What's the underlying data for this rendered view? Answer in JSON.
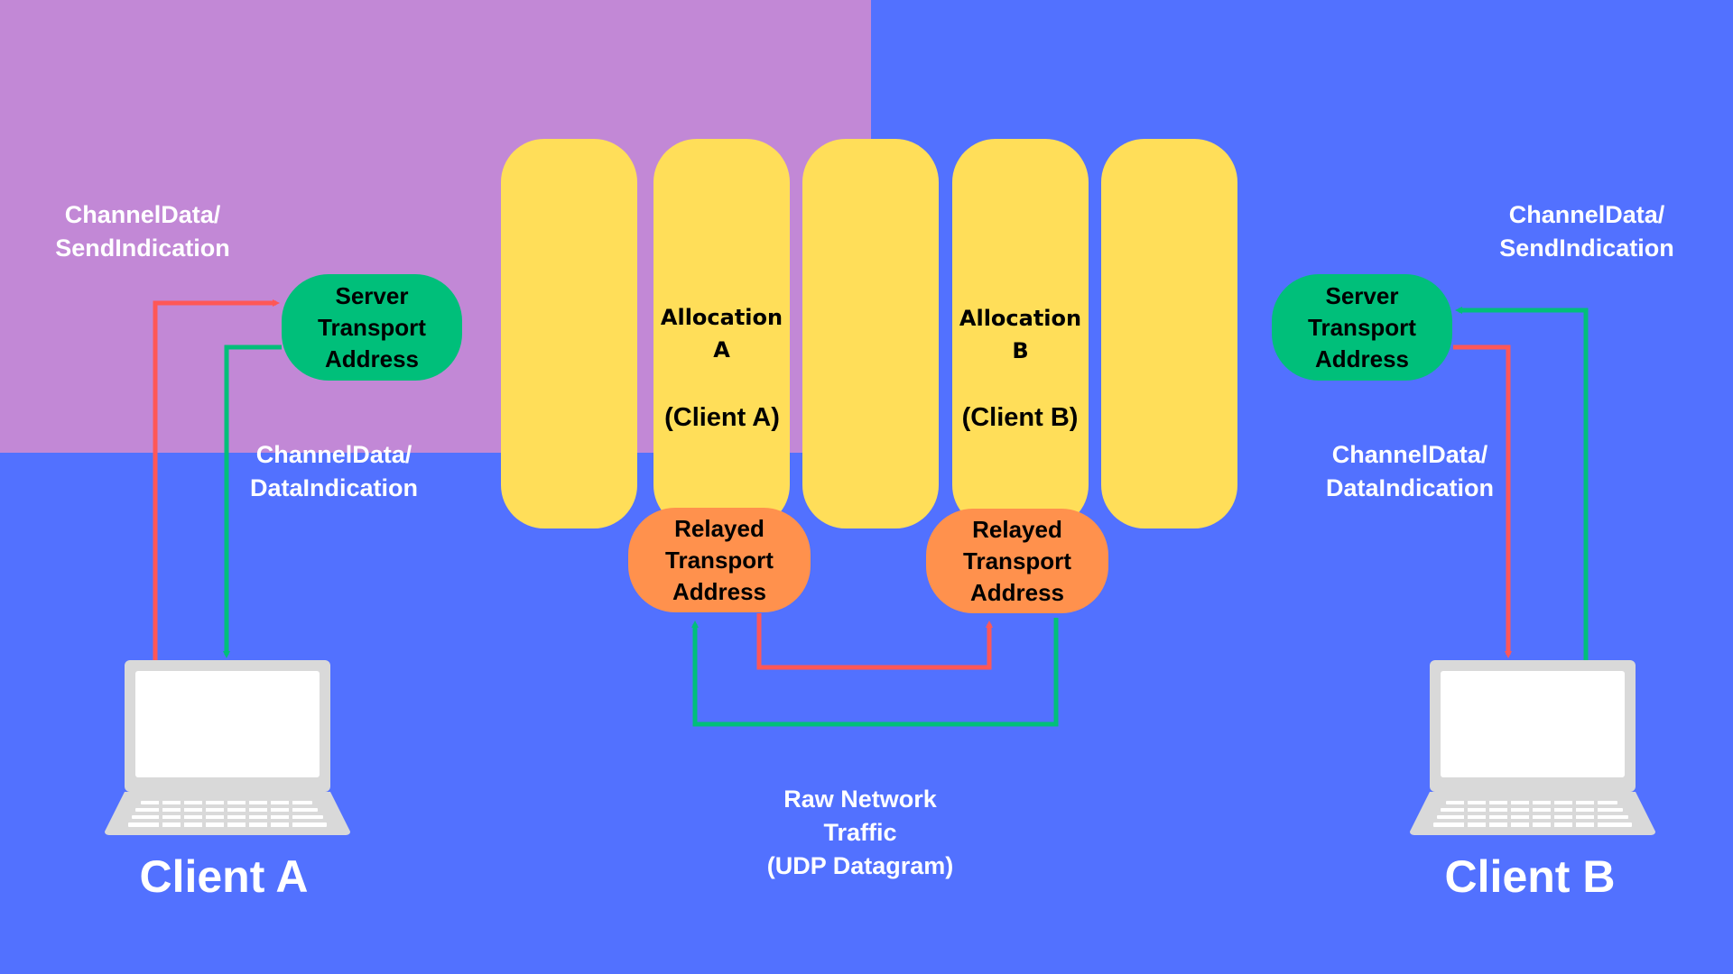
{
  "colors": {
    "background": "#5271ff",
    "server_panel": "#c288d6",
    "allocation_slot": "#ffde59",
    "server_transport": "#00bf7a",
    "relayed_transport": "#ff914d",
    "send_arrow": "#ff5757",
    "receive_arrow": "#00bf7a",
    "laptop": "#d9d9d9"
  },
  "left": {
    "top_label": "ChannelData/\nSendIndication",
    "server_transport": "Server\nTransport\nAddress",
    "mid_label": "ChannelData/\nDataIndication",
    "client_name": "Client A",
    "laptop_icon": "laptop-icon"
  },
  "right": {
    "top_label": "ChannelData/\nSendIndication",
    "server_transport": "Server\nTransport\nAddress",
    "mid_label": "ChannelData/\nDataIndication",
    "client_name": "Client B",
    "laptop_icon": "laptop-icon"
  },
  "allocation_a": {
    "title": "Allocation\nA",
    "client": "(Client A)",
    "relayed": "Relayed\nTransport\nAddress"
  },
  "allocation_b": {
    "title": "Allocation\nB",
    "client": "(Client B)",
    "relayed": "Relayed\nTransport\nAddress"
  },
  "bottom_label": "Raw Network\nTraffic\n(UDP Datagram)"
}
